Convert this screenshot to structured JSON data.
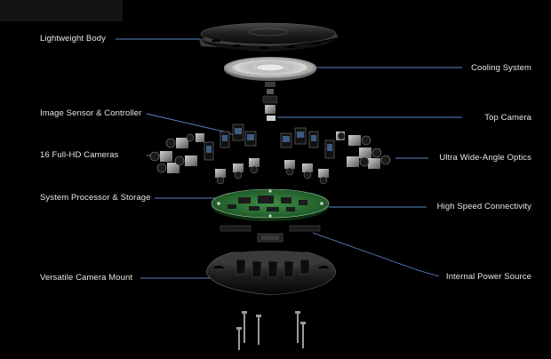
{
  "labels": {
    "left": {
      "lightweight_body": "Lightweight Body",
      "image_sensor": "Image Sensor & Controller",
      "full_hd_cameras": "16 Full-HD Cameras",
      "processor_storage": "System Processor & Storage",
      "camera_mount": "Versatile Camera Mount"
    },
    "right": {
      "cooling_system": "Cooling System",
      "top_camera": "Top Camera",
      "wide_angle": "Ultra Wide-Angle Optics",
      "connectivity": "High Speed Connectivity",
      "power_source": "Internal Power Source"
    }
  },
  "colors": {
    "background": "#000000",
    "label_text": "#e6e6e6",
    "leader_line": "#5a86c7",
    "circuit_board": "#2f7a3a",
    "metal_light": "#d8d8d8",
    "shell_dark": "#2a2a2a"
  }
}
